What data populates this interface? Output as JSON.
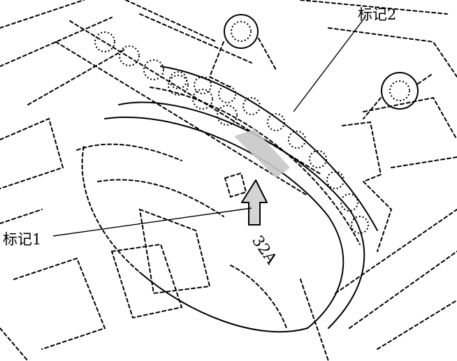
{
  "labels": {
    "mark1": "标记1",
    "mark2": "标记2",
    "part_number": "32A"
  },
  "colors": {
    "line": "#000000",
    "highlight": "#c8c8c8",
    "arrow_fill": "#d4d4d4",
    "background": "#ffffff"
  }
}
